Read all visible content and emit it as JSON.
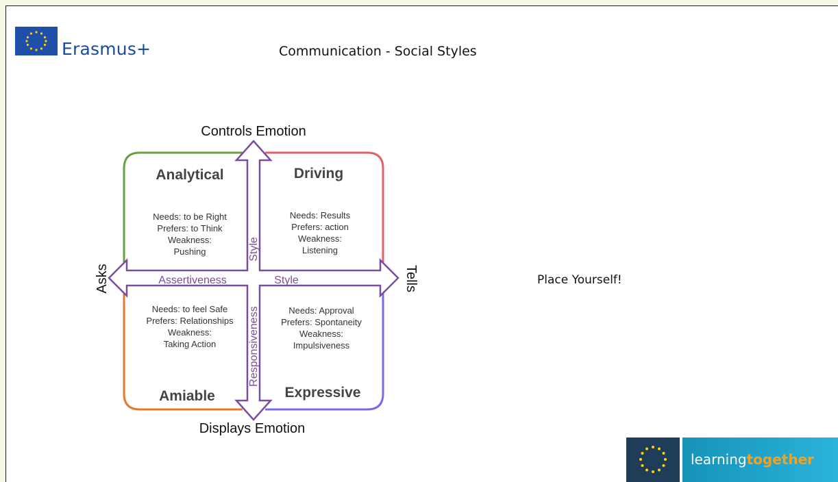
{
  "header": {
    "logo_text": "Erasmus+",
    "title": "Communication - Social Styles"
  },
  "diagram": {
    "top_label": "Controls Emotion",
    "bottom_label": "Displays Emotion",
    "left_label": "Asks",
    "right_label": "Tells",
    "horizontal_axis_label": "Assertiveness",
    "horizontal_axis_style": "Style",
    "vertical_axis_style": "Style",
    "vertical_axis_label": "Responsiveness",
    "quadrants": {
      "analytical": {
        "title": "Analytical",
        "color": "#6aa043",
        "lines": [
          "Needs: to be Right",
          "Prefers: to Think",
          "Weakness:",
          "Pushing"
        ]
      },
      "driving": {
        "title": "Driving",
        "color": "#e0606b",
        "lines": [
          "Needs: Results",
          "Prefers: action",
          "Weakness:",
          "Listening"
        ]
      },
      "amiable": {
        "title": "Amiable",
        "color": "#e8772e",
        "lines": [
          "Needs: to feel Safe",
          "Prefers: Relationships",
          "Weakness:",
          "Taking Action"
        ]
      },
      "expressive": {
        "title": "Expressive",
        "color": "#7a6ae6",
        "lines": [
          "Needs: Approval",
          "Prefers: Spontaneity",
          "Weakness:",
          "Impulsiveness"
        ]
      }
    },
    "arrow_color": "#7a4c9e"
  },
  "side_text": "Place Yourself!",
  "footer": {
    "brand_light": "learning",
    "brand_bold": "together"
  }
}
